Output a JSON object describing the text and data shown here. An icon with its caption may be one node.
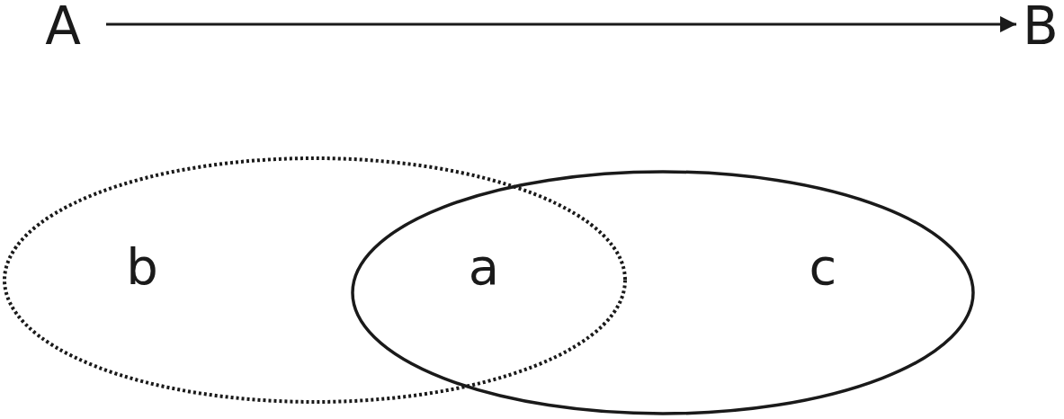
{
  "diagram": {
    "nodes": [
      {
        "text": [
          "A"
        ]
      },
      {
        "text": [
          "B"
        ]
      },
      {
        "text": [
          "b"
        ]
      },
      {
        "text": [
          "c"
        ]
      }
    ],
    "edges": [
      {
        "from": 0,
        "to": 1,
        "arrow": "to"
      }
    ],
    "labels": [
      "a"
    ]
  }
}
